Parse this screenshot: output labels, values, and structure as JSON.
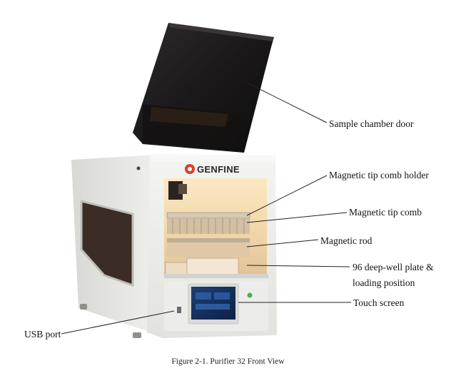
{
  "device": {
    "brand": "GENFINE"
  },
  "labels": {
    "sample_chamber_door": "Sample chamber door",
    "tip_comb_holder": "Magnetic tip comb holder",
    "tip_comb": "Magnetic tip comb",
    "magnetic_rod": "Magnetic rod",
    "deep_well_line1": "96  deep-well  plate  &",
    "deep_well_line2": "loading position",
    "touch_screen": "Touch screen",
    "usb_port": "USB port"
  },
  "caption": "Figure 2-1. Purifier 32 Front View",
  "colors": {
    "body": "#e9e9e6",
    "door": "#1d1b1b",
    "chamber_light": "#f6dcae",
    "brand_accent": "#d9412e",
    "leader_line": "#222222"
  }
}
